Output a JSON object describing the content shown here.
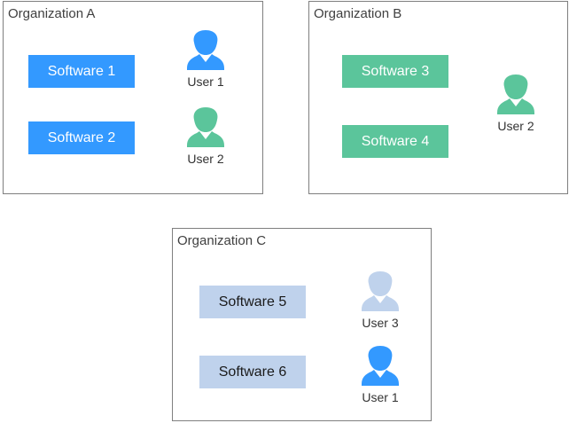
{
  "colors": {
    "blue": "#3399ff",
    "green": "#5bc59b",
    "light_blue": "#bfd2ec",
    "border": "#7f7f7f"
  },
  "organizations": [
    {
      "title": "Organization A",
      "software": [
        {
          "label": "Software 1",
          "color": "blue"
        },
        {
          "label": "Software 2",
          "color": "blue"
        }
      ],
      "users": [
        {
          "label": "User 1",
          "icon": "user-icon",
          "color": "blue"
        },
        {
          "label": "User 2",
          "icon": "user-icon",
          "color": "green"
        }
      ]
    },
    {
      "title": "Organization B",
      "software": [
        {
          "label": "Software 3",
          "color": "green"
        },
        {
          "label": "Software 4",
          "color": "green"
        }
      ],
      "users": [
        {
          "label": "User 2",
          "icon": "user-icon",
          "color": "green"
        }
      ]
    },
    {
      "title": "Organization C",
      "software": [
        {
          "label": "Software 5",
          "color": "light_blue"
        },
        {
          "label": "Software 6",
          "color": "light_blue"
        }
      ],
      "users": [
        {
          "label": "User 3",
          "icon": "user-icon",
          "color": "light_blue"
        },
        {
          "label": "User 1",
          "icon": "user-icon",
          "color": "blue"
        }
      ]
    }
  ]
}
